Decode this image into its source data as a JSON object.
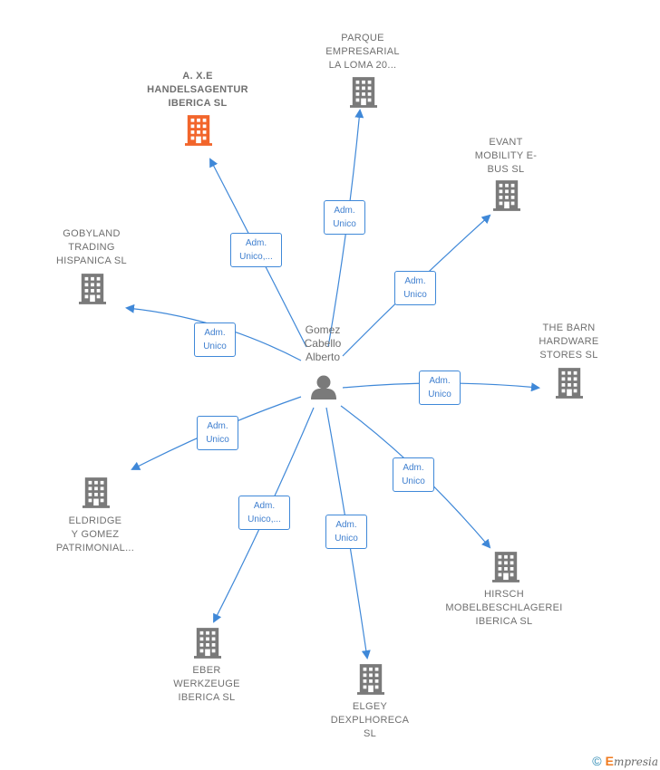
{
  "person": {
    "name": "Gomez\nCabello\nAlberto",
    "icon": "person-icon"
  },
  "relation": "Adm.\nUnico",
  "relation_trunc": "Adm.\nUnico,...",
  "companies": [
    {
      "id": "axe",
      "name": "A. X.E\nHANDELSAGENTUR\nIBERICA  SL",
      "highlight": true,
      "label": "Adm.\nUnico,..."
    },
    {
      "id": "parque",
      "name": "PARQUE\nEMPRESARIAL\nLA LOMA 20...",
      "label": "Adm.\nUnico"
    },
    {
      "id": "evant",
      "name": "EVANT\nMOBILITY E-\nBUS  SL",
      "label": "Adm.\nUnico"
    },
    {
      "id": "gobyland",
      "name": "GOBYLAND\nTRADING\nHISPANICA  SL",
      "label": "Adm.\nUnico"
    },
    {
      "id": "thebarn",
      "name": "THE BARN\nHARDWARE\nSTORES  SL",
      "label": "Adm.\nUnico"
    },
    {
      "id": "eldridge",
      "name": "ELDRIDGE\nY GOMEZ\nPATRIMONIAL...",
      "label": "Adm.\nUnico"
    },
    {
      "id": "hirsch",
      "name": "HIRSCH\nMOBELBESCHLAGEREI\nIBERICA  SL",
      "label": "Adm.\nUnico"
    },
    {
      "id": "eber",
      "name": "EBER\nWERKZEUGE\nIBERICA  SL",
      "label": "Adm.\nUnico,..."
    },
    {
      "id": "elgey",
      "name": "ELGEY\nDEXPLHORECA\nSL",
      "label": "Adm.\nUnico"
    }
  ],
  "colors": {
    "edge": "#3f88d8",
    "building": "#7a7a7a",
    "highlight": "#f2652b"
  },
  "footer": {
    "copyright": "©",
    "brand_initial": "E",
    "brand_rest": "mpresia"
  }
}
